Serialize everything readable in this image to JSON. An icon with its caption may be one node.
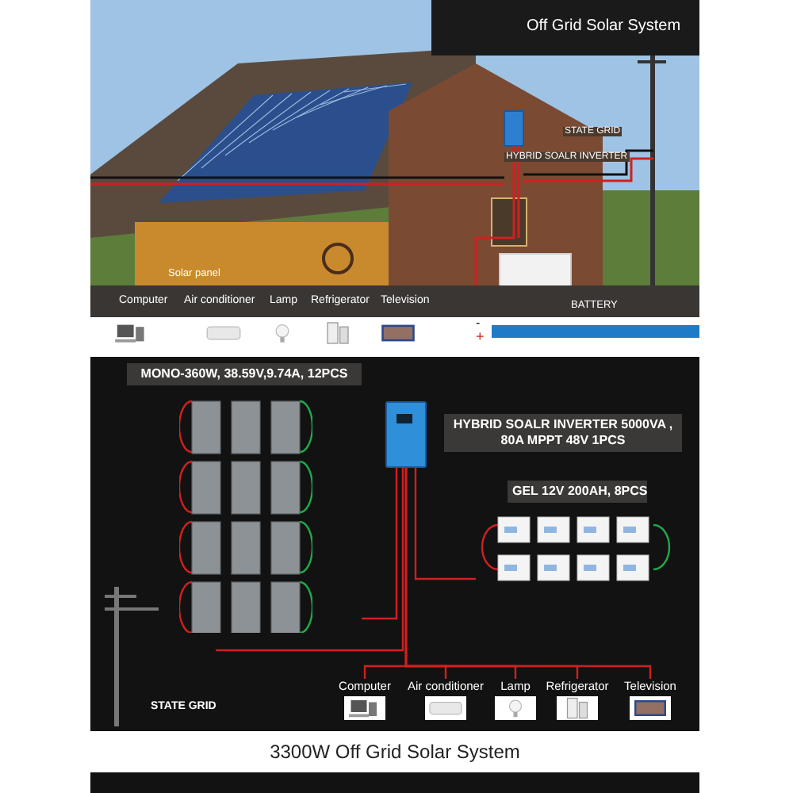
{
  "diagram": {
    "title": "Off Grid Solar System",
    "caption": "3300W Off Grid Solar System",
    "nodes": [
      {
        "text": [
          "MONO-360W, 38.59V,9.74A, 12PCS"
        ]
      },
      {
        "text": [
          "HYBRID SOALR INVERTER 5000VA , 80A MPPT 48V 1PCS"
        ]
      },
      {
        "text": [
          "GEL 12V 200AH, 8PCS"
        ]
      },
      {
        "text": [
          "STATE GRID"
        ]
      },
      {
        "text": [
          "Computer"
        ]
      },
      {
        "text": [
          "Air conditioner"
        ]
      },
      {
        "text": [
          "Lamp"
        ]
      },
      {
        "text": [
          "Refrigerator"
        ]
      },
      {
        "text": [
          "Television"
        ]
      }
    ],
    "edges": [
      {
        "from": 0,
        "to": 1,
        "arrow": "none"
      },
      {
        "from": 2,
        "to": 1,
        "arrow": "none"
      },
      {
        "from": 3,
        "to": 1,
        "arrow": "none"
      },
      {
        "from": 1,
        "to": 4,
        "arrow": "none"
      },
      {
        "from": 1,
        "to": 5,
        "arrow": "none"
      },
      {
        "from": 1,
        "to": 6,
        "arrow": "none"
      },
      {
        "from": 1,
        "to": 7,
        "arrow": "none"
      },
      {
        "from": 1,
        "to": 8,
        "arrow": "none"
      }
    ],
    "labels": [
      "STATE GRID",
      "HYBRID SOALR INVERTER",
      "Solar panel",
      "Computer",
      "Air conditioner",
      "Lamp",
      "Refrigerator",
      "Television",
      "BATTERY",
      "-",
      "+"
    ]
  }
}
